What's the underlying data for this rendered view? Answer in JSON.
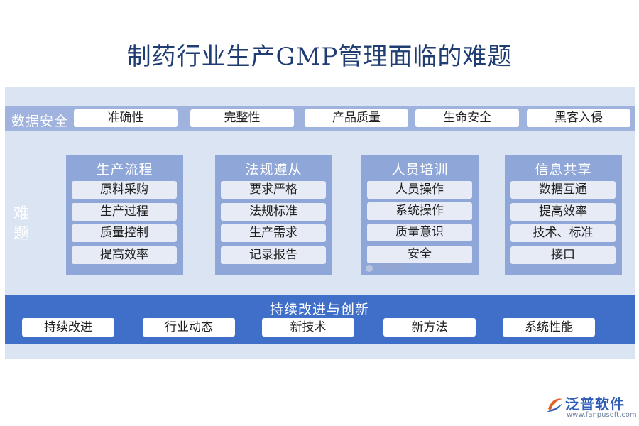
{
  "title": "制药行业生产GMP管理面临的难题",
  "data_security": {
    "label": "数据安全",
    "items": [
      "准确性",
      "完整性",
      "产品质量",
      "生命安全",
      "黑客入侵"
    ]
  },
  "challenges": {
    "label": "难题",
    "groups": [
      {
        "title": "生产流程",
        "items": [
          "原料采购",
          "生产过程",
          "质量控制",
          "提高效率"
        ]
      },
      {
        "title": "法规遵从",
        "items": [
          "要求严格",
          "法规标准",
          "生产需求",
          "记录报告"
        ]
      },
      {
        "title": "人员培训",
        "items": [
          "人员操作",
          "系统操作",
          "质量意识",
          "安全"
        ]
      },
      {
        "title": "信息共享",
        "items": [
          "数据互通",
          "提高效率",
          "技术、标准",
          "接口"
        ]
      }
    ]
  },
  "improvement": {
    "title": "持续改进与创新",
    "items": [
      "持续改进",
      "行业动态",
      "新技术",
      "新方法",
      "系统性能"
    ]
  },
  "watermark": "泛普软件",
  "logo": {
    "name": "泛普软件",
    "url": "www.fanpusoft.com"
  },
  "colors": {
    "title": "#1f3d73",
    "panel": "#dbe4f3",
    "group": "#8fa6d9",
    "bar": "#3f6fc9",
    "logo": "#2e5cb8"
  }
}
